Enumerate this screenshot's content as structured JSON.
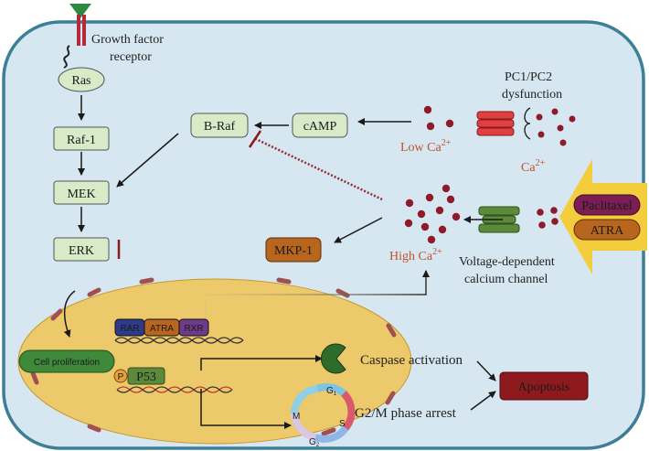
{
  "labels": {
    "growth_factor_receptor_line1": "Growth factor",
    "growth_factor_receptor_line2": "receptor",
    "pc_dysfunction_line1": "PC1/PC2",
    "pc_dysfunction_line2": "dysfunction",
    "low_ca": "Low Ca",
    "high_ca": "High Ca",
    "ca": "Ca",
    "ca_superscript": "2+",
    "vdcc_line1": "Voltage-dependent",
    "vdcc_line2": "calcium channel",
    "caspase_activation": "Caspase activation",
    "g2m_arrest": "G2/M phase arrest"
  },
  "nodes": {
    "ras": "Ras",
    "raf1": "Raf-1",
    "mek": "MEK",
    "erk": "ERK",
    "braf": "B-Raf",
    "camp": "cAMP",
    "mkp1": "MKP-1",
    "paclitaxel": "Paclitaxel",
    "atra": "ATRA",
    "cell_proliferation": "Cell proliferation",
    "rar": "RAR",
    "atra_nuclear": "ATRA",
    "rxr": "RXR",
    "p": "P",
    "p53": "P53",
    "apoptosis": "Apoptosis"
  },
  "cell_cycle": {
    "g1": "G",
    "g1_sub": "1",
    "s": "S",
    "g2": "G",
    "g2_sub": "2",
    "m": "M"
  },
  "colors": {
    "cell_fill": "#d6e7f2",
    "cell_stroke": "#3d7f97",
    "nucleus_fill": "#ecc96b",
    "pathway_box": "#d8ebc8",
    "mkp1_box": "#b8661e",
    "inhibit_red": "#8b1a1a",
    "calcium_dot": "#8e1b2a",
    "ca_text": "#c0522a",
    "apoptosis_box": "#8e1a1e",
    "arrow_yellow": "#f4cd3c"
  }
}
